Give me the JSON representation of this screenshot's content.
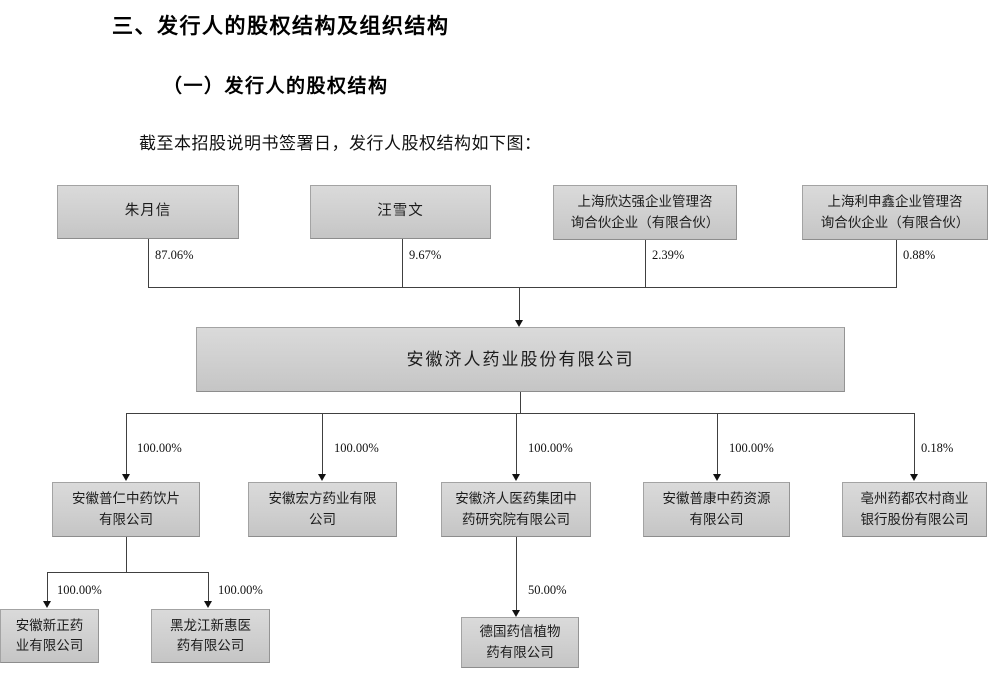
{
  "document": {
    "section_heading": "三、发行人的股权结构及组织结构",
    "subsection_heading": "（一）发行人的股权结构",
    "intro_text": "截至本招股说明书签署日，发行人股权结构如下图："
  },
  "diagram": {
    "issuer": {
      "name": "安徽济人药业股份有限公司"
    },
    "shareholders": [
      {
        "name": "朱月信",
        "ownership": "87.06%"
      },
      {
        "name": "汪雪文",
        "ownership": "9.67%"
      },
      {
        "name": "上海欣达强企业管理咨\n询合伙企业（有限合伙）",
        "ownership": "2.39%"
      },
      {
        "name": "上海利申鑫企业管理咨\n询合伙企业（有限合伙）",
        "ownership": "0.88%"
      }
    ],
    "subsidiaries": [
      {
        "name": "安徽普仁中药饮片\n有限公司",
        "ownership": "100.00%"
      },
      {
        "name": "安徽宏方药业有限\n公司",
        "ownership": "100.00%"
      },
      {
        "name": "安徽济人医药集团中\n药研究院有限公司",
        "ownership": "100.00%"
      },
      {
        "name": "安徽普康中药资源\n有限公司",
        "ownership": "100.00%"
      },
      {
        "name": "亳州药都农村商业\n银行股份有限公司",
        "ownership": "0.18%"
      }
    ],
    "second_tier": [
      {
        "parent": "安徽普仁中药饮片有限公司",
        "name": "安徽新正药\n业有限公司",
        "ownership": "100.00%"
      },
      {
        "parent": "安徽普仁中药饮片有限公司",
        "name": "黑龙江新惠医\n药有限公司",
        "ownership": "100.00%"
      },
      {
        "parent": "安徽济人医药集团中药研究院有限公司",
        "name": "德国药信植物\n药有限公司",
        "ownership": "50.00%"
      }
    ]
  },
  "colors": {
    "node_fill_top": "#dadada",
    "node_fill_bottom": "#c5c5c5",
    "node_border": "#a3a3a3",
    "connector_line": "#404040",
    "text": "#1c1c1c"
  }
}
